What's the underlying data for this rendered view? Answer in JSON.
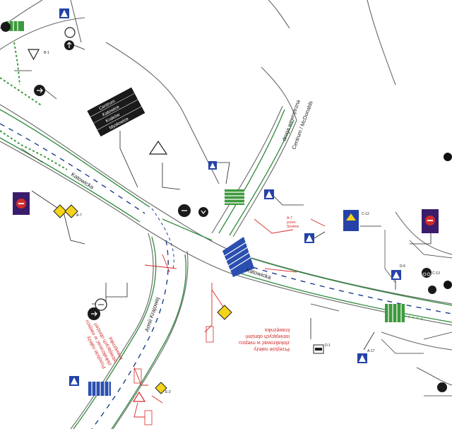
{
  "map": {
    "streets": {
      "katowicka_west": "Katowicka",
      "katowicka_east": "Katowicka",
      "armii_krajowej": "Armii Krajowej",
      "internal_road": "droga wewnętrzna",
      "internal_road_sub": "Centrum / McDonalds"
    },
    "direction_sign": {
      "lines": [
        "Centrum",
        "Katowice",
        "Kraków",
        "Mysłowice"
      ]
    },
    "notes": {
      "note_south_west": [
        "Przejście należy",
        "zlokalizować w miejscu",
        "istniejących obniżeń",
        "krawężnika"
      ],
      "note_south_east": [
        "Przejście należy",
        "zlokalizować w miejscu",
        "istniejących obniżeń",
        "krawężnika"
      ],
      "a7_note": [
        "A-7",
        "przen.",
        "Średnie"
      ]
    },
    "sign_codes": {
      "b1": "B-1",
      "c13": "C-13",
      "d6": "D-6",
      "a7": "A-7",
      "d1": "D-1",
      "a17": "A-17",
      "c12": "C-12",
      "e2": "E-2"
    },
    "colors": {
      "road_edge": "#555555",
      "curb_green": "#2f8a3c",
      "crossing_blue": "#2a4fb0",
      "crossing_green": "#3d9a3d",
      "annotation_red": "#d42a2a",
      "sign_yellow": "#f5d31a",
      "sign_blue": "#2442a8",
      "sign_dark": "#222222",
      "sign_purple": "#3a1c6b"
    }
  }
}
